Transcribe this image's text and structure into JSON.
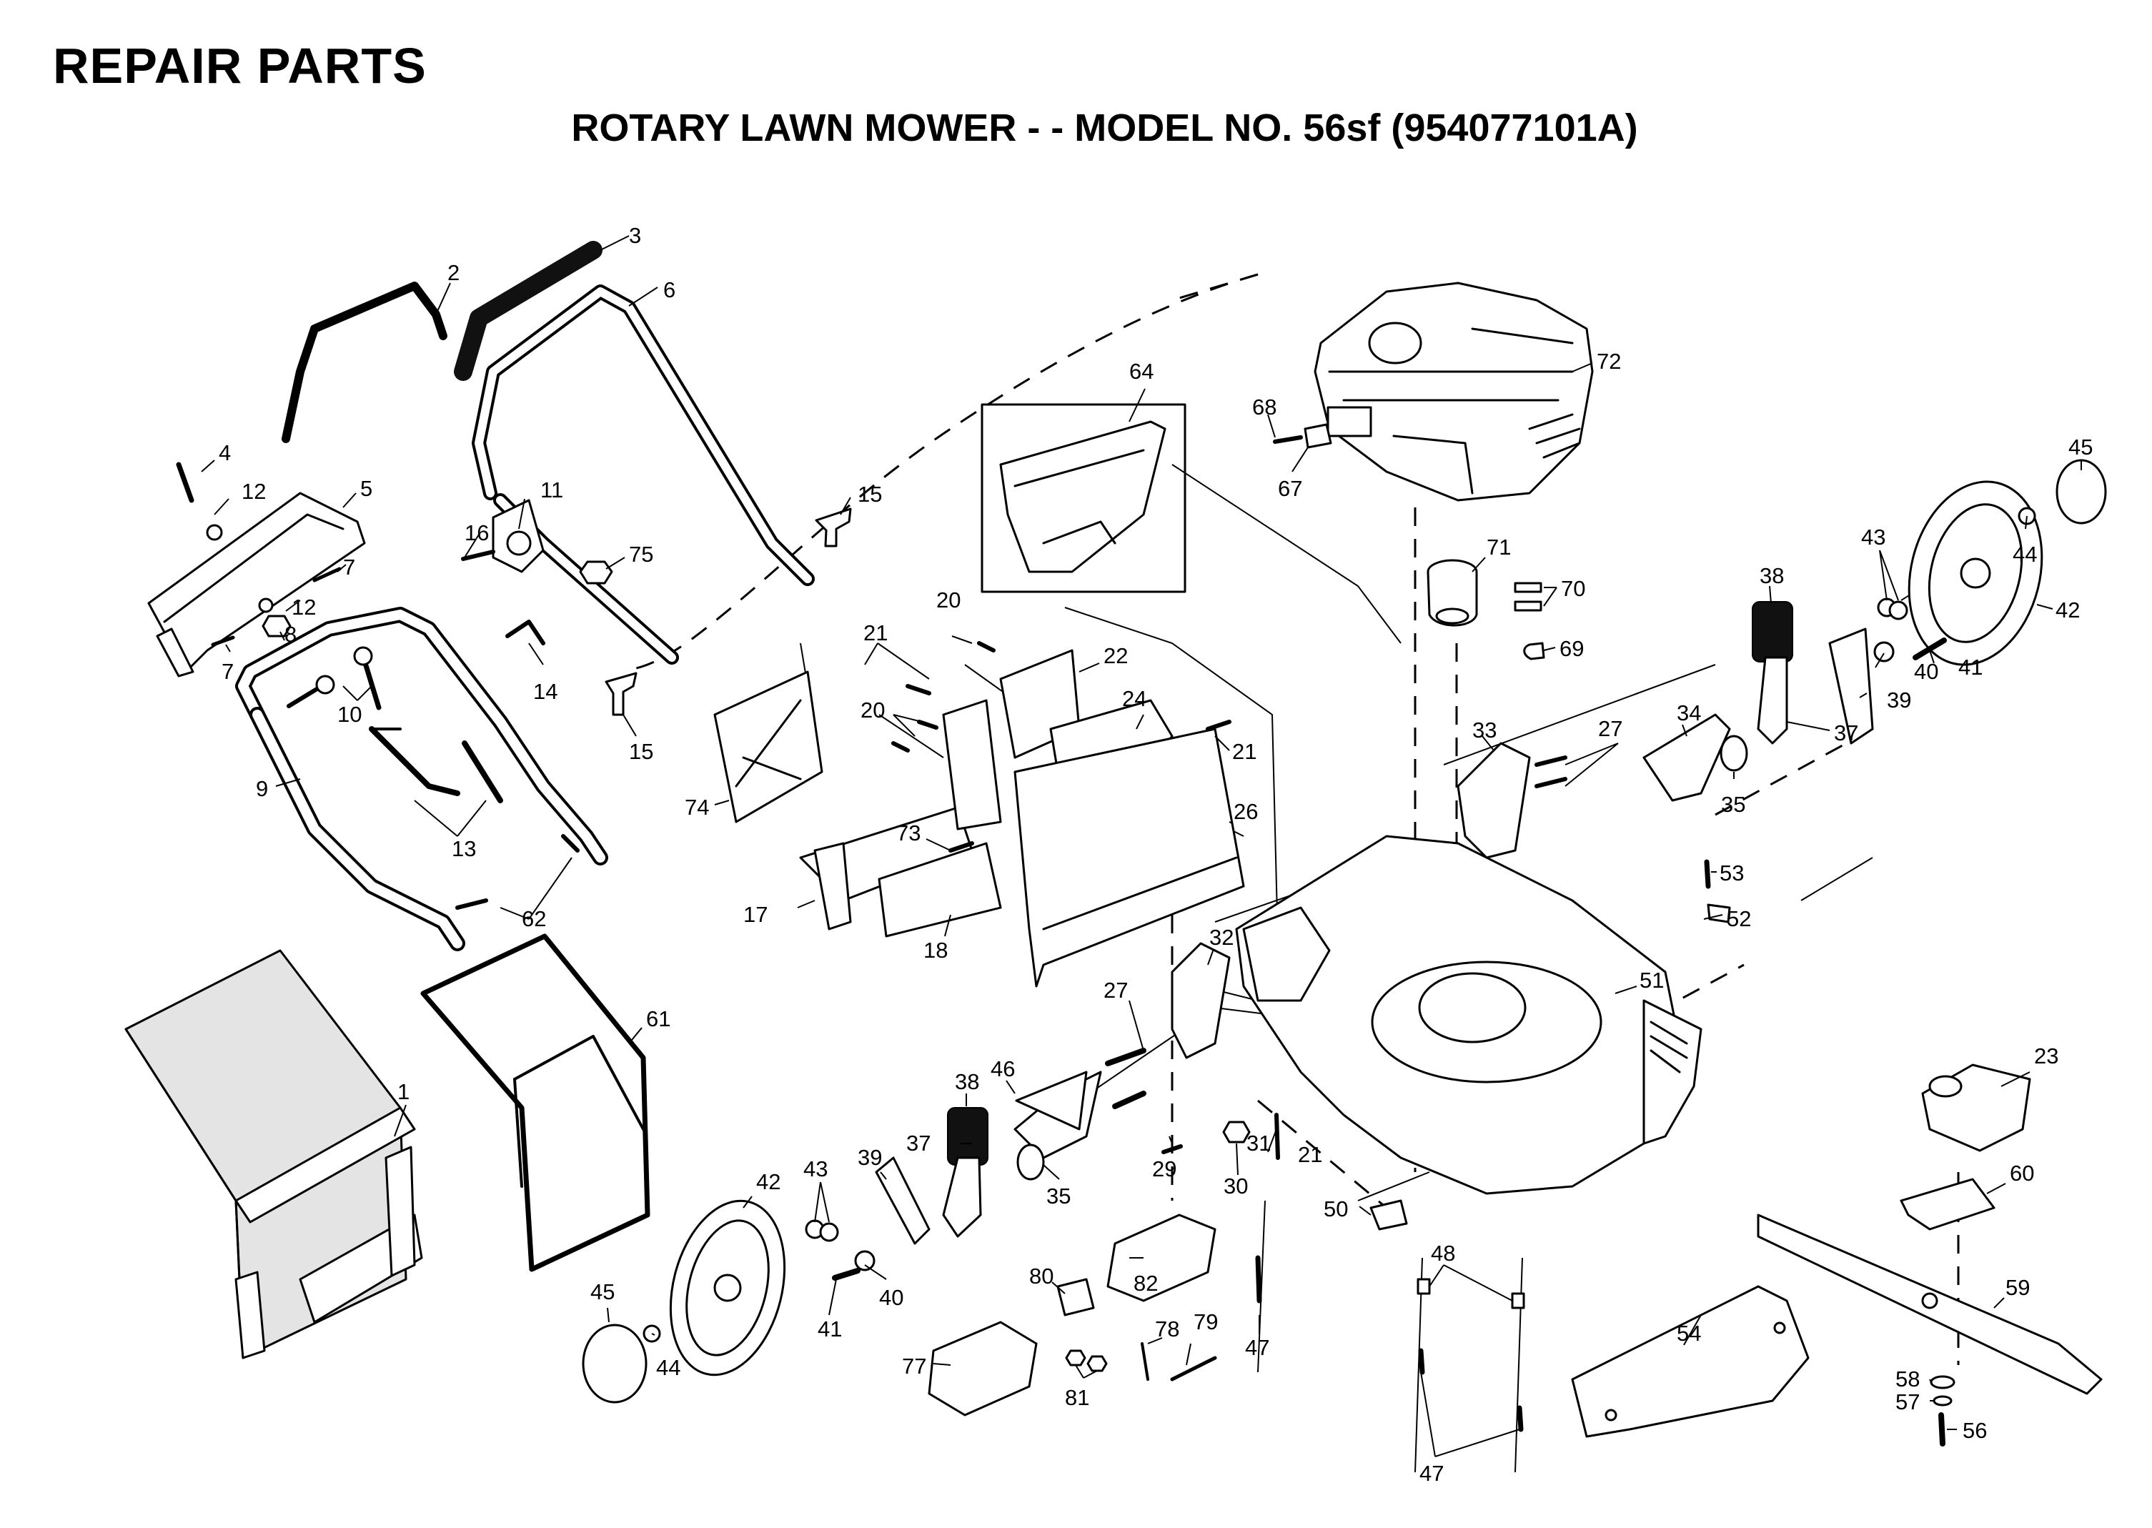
{
  "header": {
    "title": "REPAIR PARTS",
    "subtitle": "ROTARY LAWN MOWER - - MODEL NO. 56sf (954077101A)"
  },
  "callouts": [
    {
      "id": "c1",
      "text": "1"
    },
    {
      "id": "c2",
      "text": "2"
    },
    {
      "id": "c3",
      "text": "3"
    },
    {
      "id": "c4",
      "text": "4"
    },
    {
      "id": "c5",
      "text": "5"
    },
    {
      "id": "c6",
      "text": "6"
    },
    {
      "id": "c7a",
      "text": "7"
    },
    {
      "id": "c7b",
      "text": "7"
    },
    {
      "id": "c8",
      "text": "8"
    },
    {
      "id": "c9",
      "text": "9"
    },
    {
      "id": "c10",
      "text": "10"
    },
    {
      "id": "c11",
      "text": "11"
    },
    {
      "id": "c12a",
      "text": "12"
    },
    {
      "id": "c12b",
      "text": "12"
    },
    {
      "id": "c13",
      "text": "13"
    },
    {
      "id": "c14",
      "text": "14"
    },
    {
      "id": "c15a",
      "text": "15"
    },
    {
      "id": "c15b",
      "text": "15"
    },
    {
      "id": "c16",
      "text": "16"
    },
    {
      "id": "c17",
      "text": "17"
    },
    {
      "id": "c18",
      "text": "18"
    },
    {
      "id": "c20a",
      "text": "20"
    },
    {
      "id": "c20b",
      "text": "20"
    },
    {
      "id": "c21a",
      "text": "21"
    },
    {
      "id": "c21b",
      "text": "21"
    },
    {
      "id": "c21c",
      "text": "21"
    },
    {
      "id": "c22",
      "text": "22"
    },
    {
      "id": "c23",
      "text": "23"
    },
    {
      "id": "c24",
      "text": "24"
    },
    {
      "id": "c26",
      "text": "26"
    },
    {
      "id": "c27a",
      "text": "27"
    },
    {
      "id": "c27b",
      "text": "27"
    },
    {
      "id": "c29",
      "text": "29"
    },
    {
      "id": "c30",
      "text": "30"
    },
    {
      "id": "c31",
      "text": "31"
    },
    {
      "id": "c32",
      "text": "32"
    },
    {
      "id": "c33",
      "text": "33"
    },
    {
      "id": "c34",
      "text": "34"
    },
    {
      "id": "c35a",
      "text": "35"
    },
    {
      "id": "c35b",
      "text": "35"
    },
    {
      "id": "c37a",
      "text": "37"
    },
    {
      "id": "c37b",
      "text": "37"
    },
    {
      "id": "c38a",
      "text": "38"
    },
    {
      "id": "c38b",
      "text": "38"
    },
    {
      "id": "c39a",
      "text": "39"
    },
    {
      "id": "c39b",
      "text": "39"
    },
    {
      "id": "c40a",
      "text": "40"
    },
    {
      "id": "c40b",
      "text": "40"
    },
    {
      "id": "c41a",
      "text": "41"
    },
    {
      "id": "c41b",
      "text": "41"
    },
    {
      "id": "c42a",
      "text": "42"
    },
    {
      "id": "c42b",
      "text": "42"
    },
    {
      "id": "c43a",
      "text": "43"
    },
    {
      "id": "c43b",
      "text": "43"
    },
    {
      "id": "c44a",
      "text": "44"
    },
    {
      "id": "c44b",
      "text": "44"
    },
    {
      "id": "c45a",
      "text": "45"
    },
    {
      "id": "c45b",
      "text": "45"
    },
    {
      "id": "c46",
      "text": "46"
    },
    {
      "id": "c47a",
      "text": "47"
    },
    {
      "id": "c47b",
      "text": "47"
    },
    {
      "id": "c48",
      "text": "48"
    },
    {
      "id": "c50",
      "text": "50"
    },
    {
      "id": "c51",
      "text": "51"
    },
    {
      "id": "c52",
      "text": "52"
    },
    {
      "id": "c53",
      "text": "53"
    },
    {
      "id": "c54",
      "text": "54"
    },
    {
      "id": "c56",
      "text": "56"
    },
    {
      "id": "c57",
      "text": "57"
    },
    {
      "id": "c58",
      "text": "58"
    },
    {
      "id": "c59",
      "text": "59"
    },
    {
      "id": "c60",
      "text": "60"
    },
    {
      "id": "c61",
      "text": "61"
    },
    {
      "id": "c62",
      "text": "62"
    },
    {
      "id": "c64",
      "text": "64"
    },
    {
      "id": "c67",
      "text": "67"
    },
    {
      "id": "c68",
      "text": "68"
    },
    {
      "id": "c69",
      "text": "69"
    },
    {
      "id": "c70",
      "text": "70"
    },
    {
      "id": "c71",
      "text": "71"
    },
    {
      "id": "c72",
      "text": "72"
    },
    {
      "id": "c73",
      "text": "73"
    },
    {
      "id": "c74",
      "text": "74"
    },
    {
      "id": "c75",
      "text": "75"
    },
    {
      "id": "c77",
      "text": "77"
    },
    {
      "id": "c78",
      "text": "78"
    },
    {
      "id": "c79",
      "text": "79"
    },
    {
      "id": "c80",
      "text": "80"
    },
    {
      "id": "c81",
      "text": "81"
    },
    {
      "id": "c82",
      "text": "82"
    }
  ]
}
